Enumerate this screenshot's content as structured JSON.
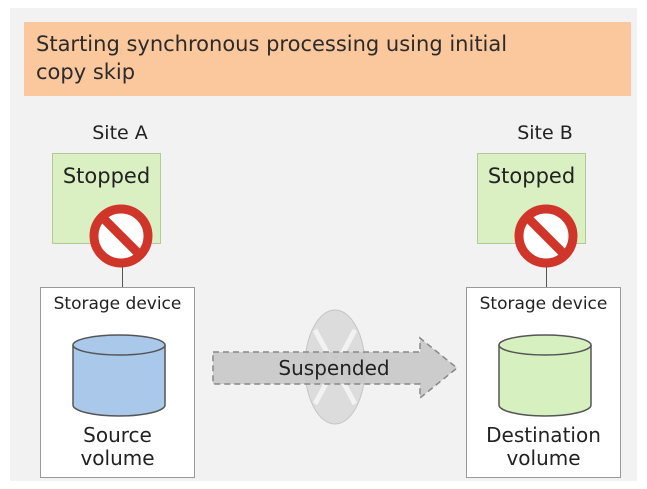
{
  "banner": {
    "line1": "Starting synchronous processing using initial",
    "line2": "copy skip"
  },
  "site_a": {
    "label": "Site A",
    "host_status": "Stopped",
    "device_title": "Storage device",
    "volume_line1": "Source",
    "volume_line2": "volume"
  },
  "site_b": {
    "label": "Site B",
    "host_status": "Stopped",
    "device_title": "Storage device",
    "volume_line1": "Destination",
    "volume_line2": "volume"
  },
  "transfer": {
    "label": "Suspended"
  },
  "icons": {
    "stop": "prohibited-icon",
    "suspend": "suspended-x-icon"
  },
  "colors": {
    "banner": "#fbc79c",
    "host_box": "#dbf0c2",
    "source_volume": "#a9c8ea",
    "destination_volume": "#d7f0c0",
    "stop_icon": "#d0352a",
    "arrow": "#cccccc"
  }
}
